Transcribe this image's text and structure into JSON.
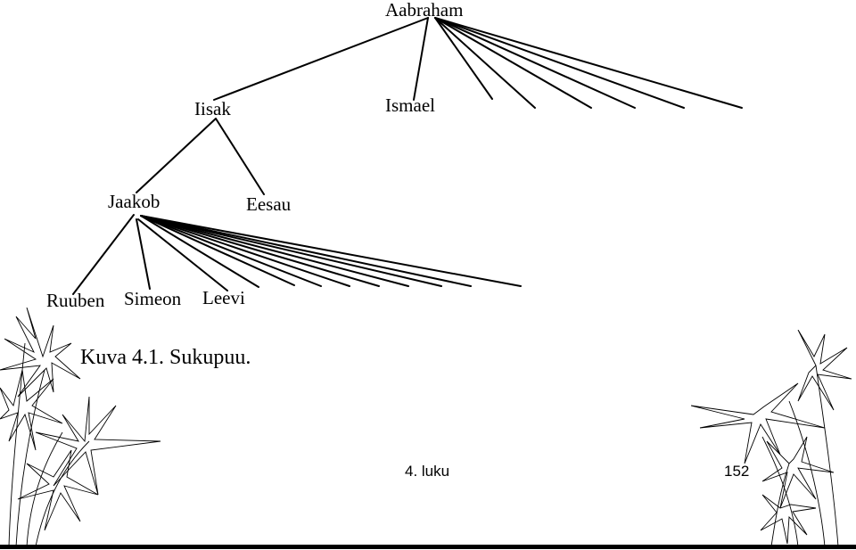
{
  "tree": {
    "root": "Aabraham",
    "gen2": [
      "Iisak",
      "Ismael"
    ],
    "gen3": [
      "Jaakob",
      "Eesau"
    ],
    "gen4": [
      "Ruuben",
      "Simeon",
      "Leevi"
    ]
  },
  "caption": "Kuva 4.1. Sukupuu.",
  "footer": {
    "chapter": "4. luku",
    "page": "152"
  }
}
